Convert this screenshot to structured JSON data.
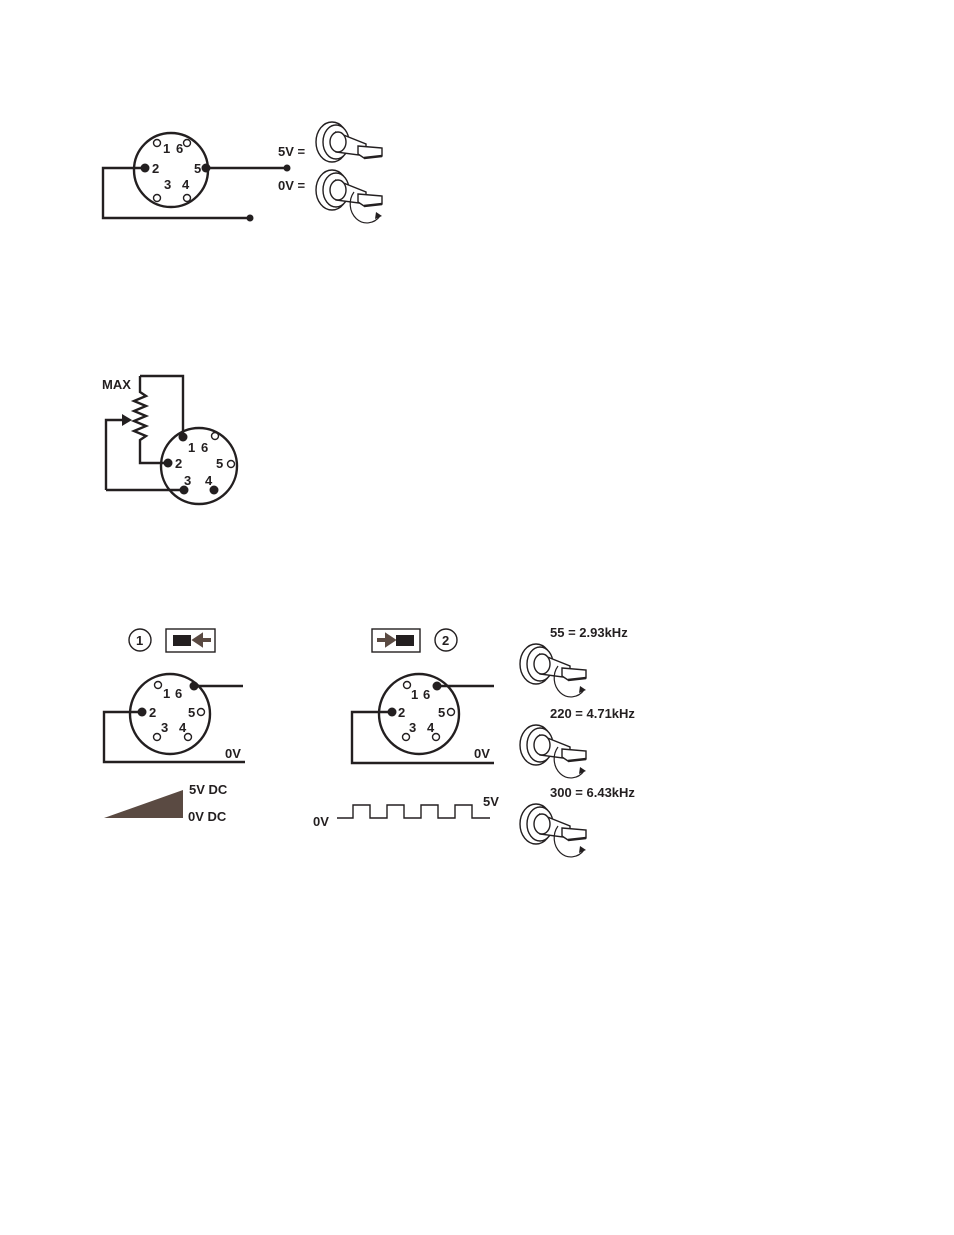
{
  "diagram1": {
    "pins": {
      "p1": "1",
      "p6": "6",
      "p2": "2",
      "p5": "5",
      "p3": "3",
      "p4": "4"
    },
    "label_5v": "5V =",
    "label_0v": "0V ="
  },
  "diagram2": {
    "max_label": "MAX",
    "pins": {
      "p1": "1",
      "p6": "6",
      "p2": "2",
      "p5": "5",
      "p3": "3",
      "p4": "4"
    }
  },
  "diagram3": {
    "mode1": {
      "number": "1",
      "pins": {
        "p1": "1",
        "p6": "6",
        "p2": "2",
        "p5": "5",
        "p3": "3",
        "p4": "4"
      },
      "ground": "0V",
      "high": "5V DC",
      "low": "0V DC"
    },
    "mode2": {
      "number": "2",
      "pins": {
        "p1": "1",
        "p6": "6",
        "p2": "2",
        "p5": "5",
        "p3": "3",
        "p4": "4"
      },
      "ground": "0V",
      "high": "5V",
      "low": "0V"
    },
    "knobs": [
      "55 = 2.93kHz",
      "220 = 4.71kHz",
      "300 = 6.43kHz"
    ]
  },
  "colors": {
    "ink": "#231f20",
    "ramp": "#5a4a42"
  }
}
